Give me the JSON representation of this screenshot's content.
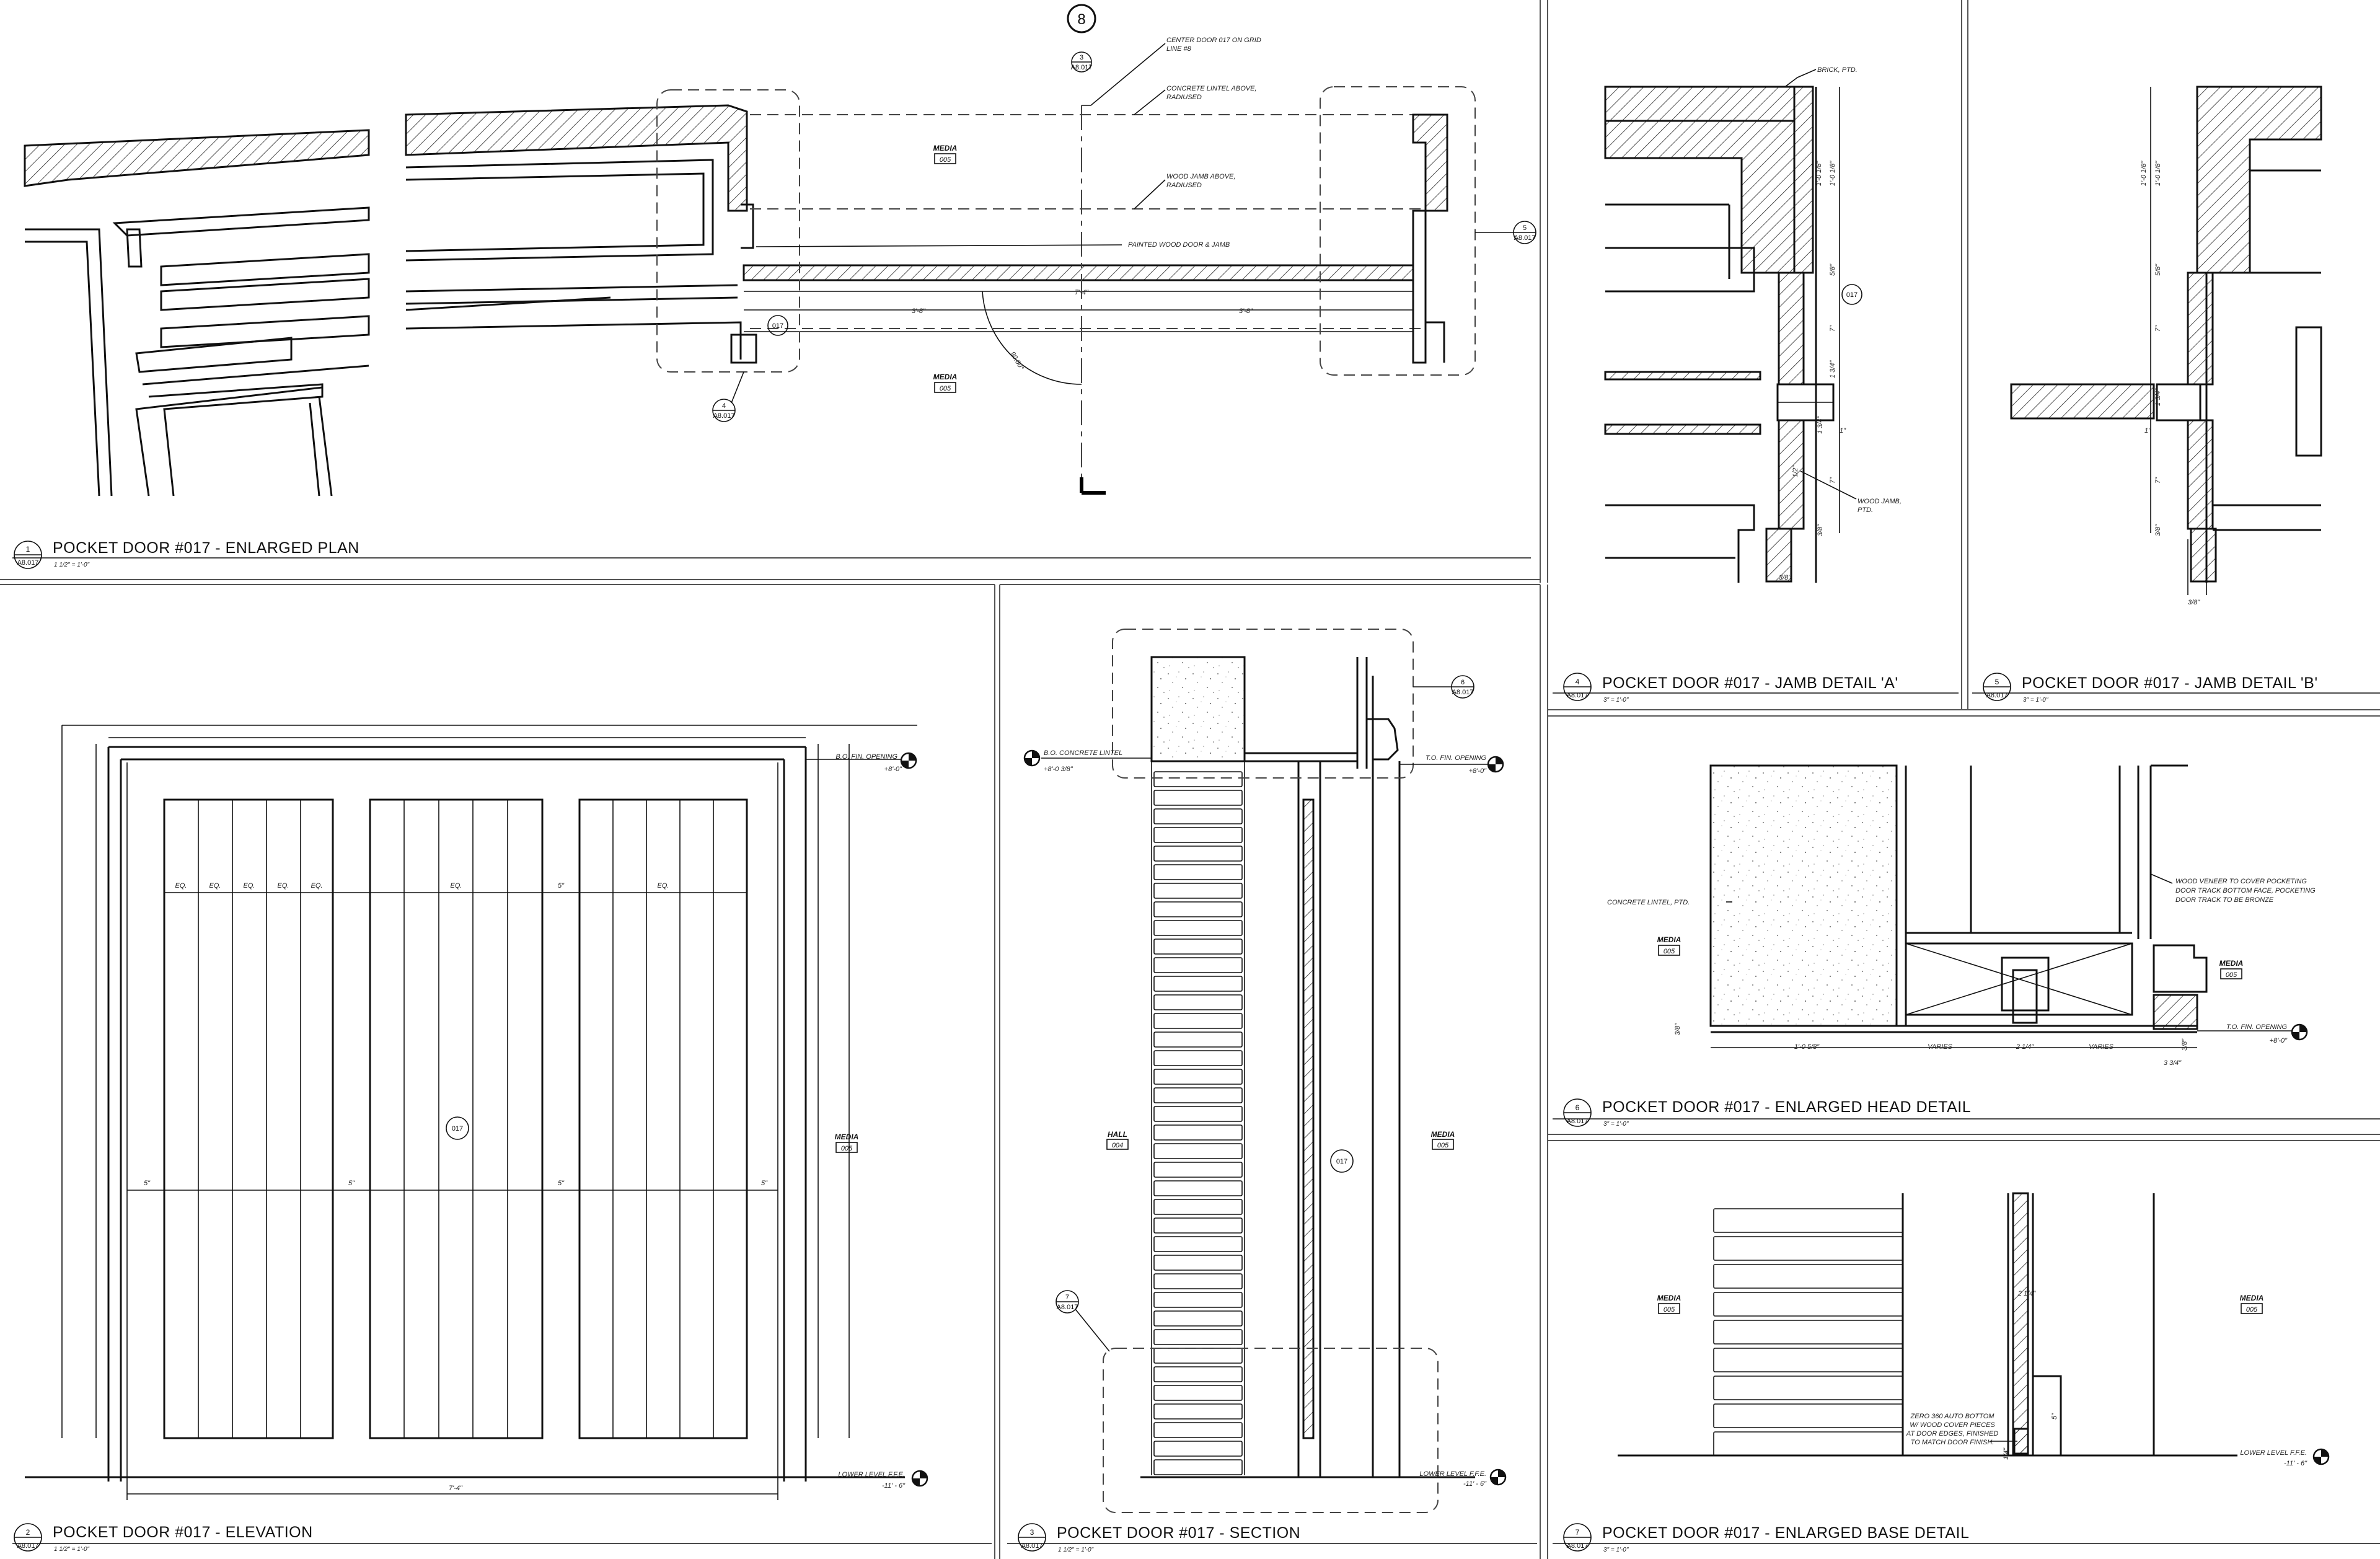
{
  "grid_line": "8",
  "views": [
    {
      "num": "1",
      "sheet": "A8.017",
      "title": "POCKET DOOR #017 - ENLARGED PLAN",
      "scale": "1 1/2\" = 1'-0\""
    },
    {
      "num": "2",
      "sheet": "A8.017",
      "title": "POCKET DOOR #017 - ELEVATION",
      "scale": "1 1/2\" = 1'-0\""
    },
    {
      "num": "3",
      "sheet": "A8.017",
      "title": "POCKET DOOR #017 - SECTION",
      "scale": "1 1/2\" = 1'-0\""
    },
    {
      "num": "4",
      "sheet": "A8.017",
      "title": "POCKET DOOR #017 - JAMB DETAIL 'A'",
      "scale": "3\" = 1'-0\""
    },
    {
      "num": "5",
      "sheet": "A8.017",
      "title": "POCKET DOOR #017 - JAMB DETAIL 'B'",
      "scale": "3\" = 1'-0\""
    },
    {
      "num": "6",
      "sheet": "A8.017",
      "title": "POCKET DOOR #017 - ENLARGED HEAD DETAIL",
      "scale": "3\" = 1'-0\""
    },
    {
      "num": "7",
      "sheet": "A8.017",
      "title": "POCKET DOOR #017 - ENLARGED BASE DETAIL",
      "scale": "3\" = 1'-0\""
    }
  ],
  "rooms": {
    "media": "MEDIA",
    "media_num": "005",
    "hall": "HALL",
    "hall_num": "004"
  },
  "door_tag": "017",
  "plan": {
    "notes": {
      "center": "CENTER DOOR 017 ON GRID",
      "center2": "LINE #8",
      "lintel": "CONCRETE LINTEL ABOVE,",
      "lintel2": "RADIUSED",
      "jamb": "WOOD JAMB ABOVE,",
      "jamb2": "RADIUSED",
      "door": "PAINTED WOOD DOOR & JAMB"
    },
    "dims": {
      "overall": "7'-4\"",
      "left": "3'-8\"",
      "right": "3'-8\"",
      "swing": "90.00°"
    },
    "callouts": [
      {
        "num": "3",
        "sheet": "A8.017"
      },
      {
        "num": "4",
        "sheet": "A8.017"
      },
      {
        "num": "5",
        "sheet": "A8.017"
      }
    ]
  },
  "elevation": {
    "eq": "EQ.",
    "five": "5\"",
    "width": "7'-4\"",
    "bo_label": "B.O. FIN. OPENING",
    "bo_elev": "+8'-0\"",
    "ll_label": "LOWER LEVEL F.F.E.",
    "ll_elev": "-11' - 6\""
  },
  "section": {
    "bo_conc": "B.O. CONCRETE LINTEL",
    "bo_conc_elev": "+8'-0 3/8\"",
    "to_label": "T.O. FIN. OPENING",
    "to_elev": "+8'-0\"",
    "ll_label": "LOWER LEVEL F.F.E.",
    "ll_elev": "-11' - 6\"",
    "callout6": {
      "num": "6",
      "sheet": "A8.017"
    },
    "callout7": {
      "num": "7",
      "sheet": "A8.017"
    }
  },
  "jamb_a": {
    "brick": "BRICK, PTD.",
    "wood_jamb": "WOOD JAMB,",
    "wood_jamb2": "PTD.",
    "dims": [
      "1'-0 1/8\"",
      "1'-0 1/8\"",
      "5/8\"",
      "7\"",
      "1 3/4\"",
      "1 3/4\"",
      "1\"",
      "7\"",
      "1/2\"",
      "3/8\"",
      "3/8\""
    ]
  },
  "jamb_b": {
    "dims": [
      "1'-0 1/8\"",
      "1'-0 1/8\"",
      "5/8\"",
      "7\"",
      "1 3/4\"",
      "1\"",
      "7\"",
      "3/8\"",
      "3/8\""
    ]
  },
  "head": {
    "lintel": "CONCRETE LINTEL, PTD.",
    "veneer1": "WOOD VENEER TO COVER POCKETING",
    "veneer2": "DOOR TRACK BOTTOM FACE, POCKETING",
    "veneer3": "DOOR TRACK TO BE BRONZE",
    "to_label": "T.O. FIN. OPENING",
    "to_elev": "+8'-0\"",
    "dims": [
      "1'-0 5/8\"",
      "VARIES",
      "2 1/4\"",
      "VARIES",
      "3/8\"",
      "3/8\"",
      "3 3/4\""
    ]
  },
  "base": {
    "note1": "ZERO 360 AUTO BOTTOM",
    "note2": "W/ WOOD COVER PIECES",
    "note3": "AT DOOR EDGES, FINISHED",
    "note4": "TO MATCH DOOR FINISH.",
    "ll_label": "LOWER LEVEL F.F.E.",
    "ll_elev": "-11' - 6\"",
    "dims": [
      "2 1/4\"",
      "5\"",
      "1/4\""
    ]
  }
}
